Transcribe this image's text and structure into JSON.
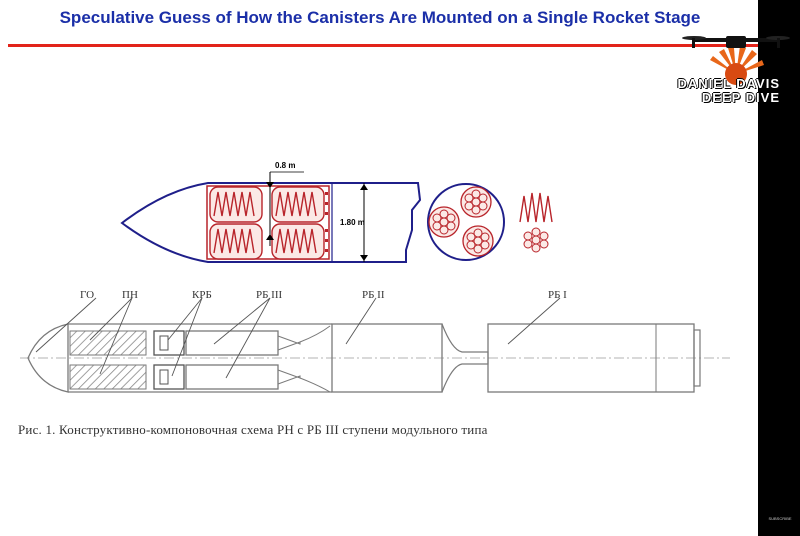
{
  "slide": {
    "title": "Speculative Guess of How the Canisters Are Mounted on a Single Rocket Stage"
  },
  "brand": {
    "line1": "DANIEL DAVIS",
    "line2": "DEEP DIVE",
    "subscribe": "SUBSCRIBE"
  },
  "top_diagram": {
    "spacing_label": "0.8 m",
    "diameter_label": "1.80 m"
  },
  "bottom_diagram": {
    "labels": {
      "go": "ГО",
      "pn": "ПН",
      "krb": "КРБ",
      "rb3": "РБ III",
      "rb2": "РБ II",
      "rb1": "РБ I"
    },
    "caption": "Рис. 1. Конструктивно-компоновочная схема РН с РБ III ступени модульного типа"
  },
  "colors": {
    "title": "#1b2fa8",
    "rule": "#e2231a",
    "outline_navy": "#1f1f8a",
    "canister_red": "#b8242a",
    "canister_fill": "#fbe9e6",
    "drawing_gray": "#7a7a7a"
  }
}
